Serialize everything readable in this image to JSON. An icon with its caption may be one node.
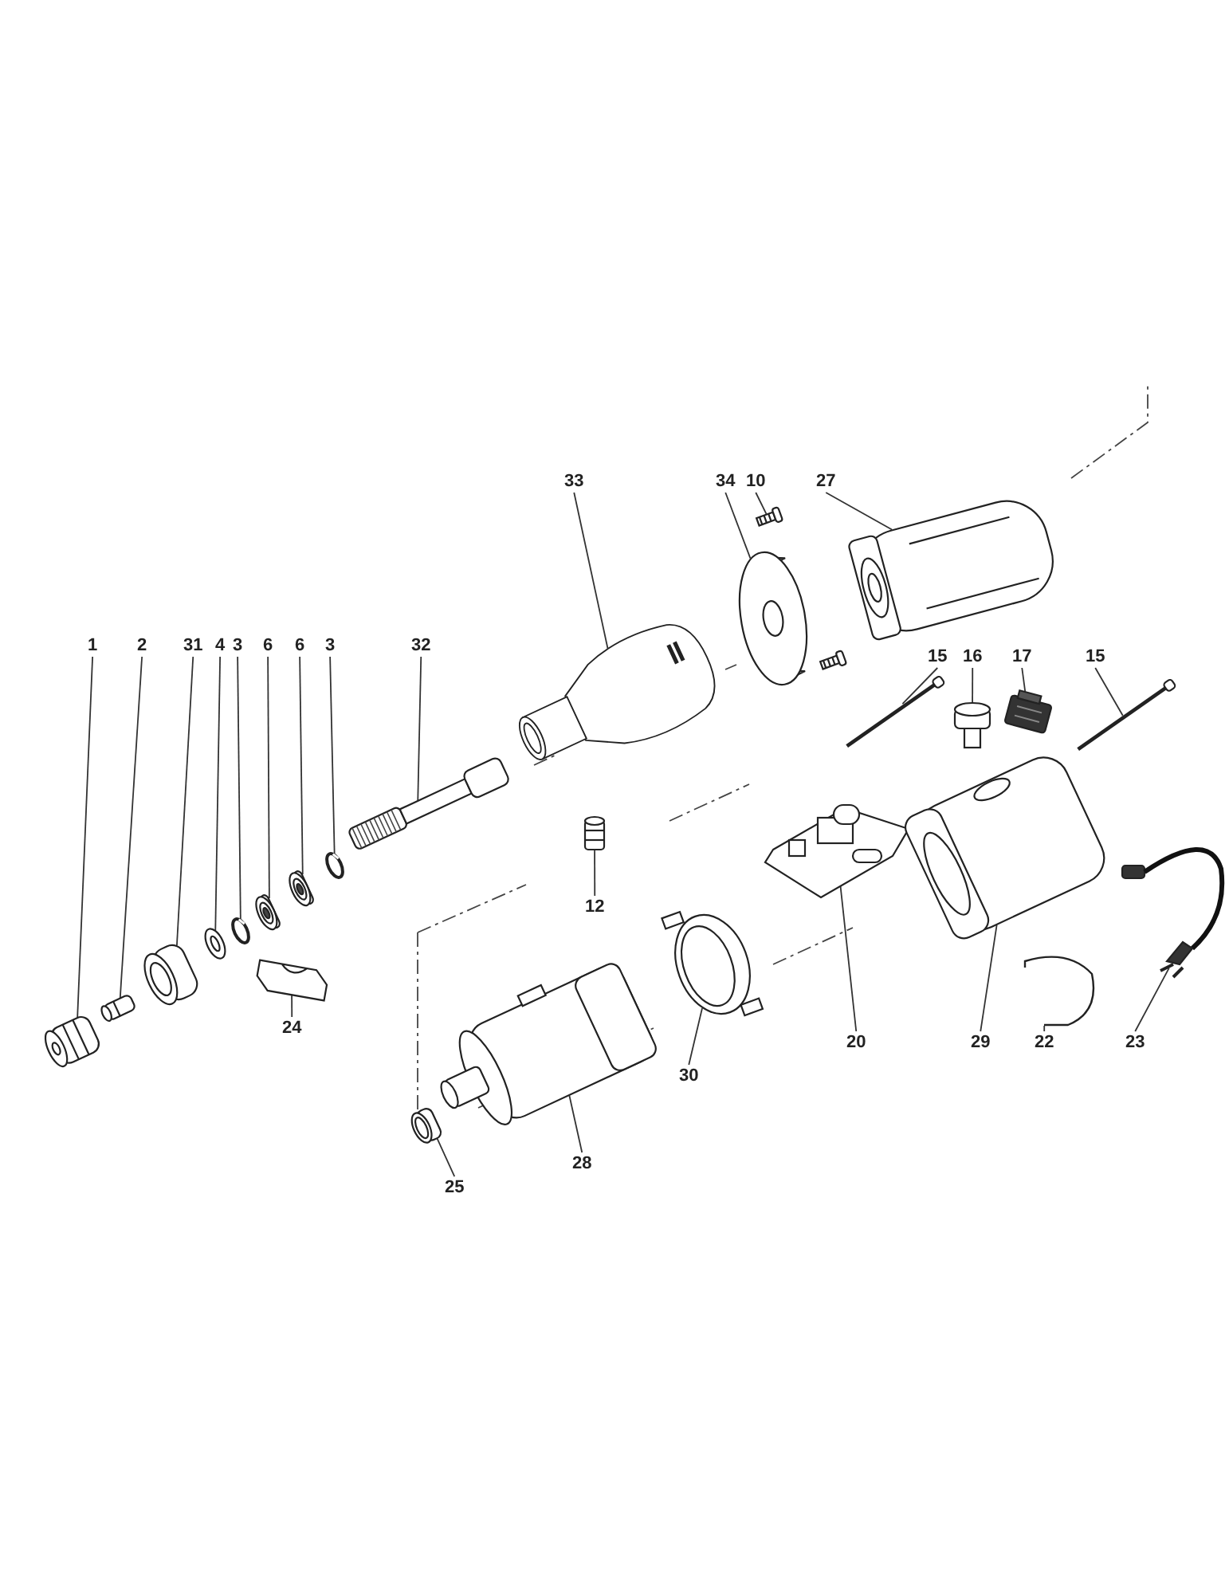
{
  "diagram": {
    "nodes": [
      {
        "text": [
          "33"
        ]
      },
      {
        "text": [
          "34"
        ]
      },
      {
        "text": [
          "10"
        ]
      },
      {
        "text": [
          "27"
        ]
      },
      {
        "text": [
          "1"
        ]
      },
      {
        "text": [
          "2"
        ]
      },
      {
        "text": [
          "31"
        ]
      },
      {
        "text": [
          "4"
        ]
      },
      {
        "text": [
          "3"
        ]
      },
      {
        "text": [
          "6"
        ]
      },
      {
        "text": [
          "6"
        ]
      },
      {
        "text": [
          "3"
        ]
      },
      {
        "text": [
          "32"
        ]
      },
      {
        "text": [
          "15"
        ]
      },
      {
        "text": [
          "16"
        ]
      },
      {
        "text": [
          "17"
        ]
      },
      {
        "text": [
          "15"
        ]
      },
      {
        "text": [
          "12"
        ]
      },
      {
        "text": [
          "24"
        ]
      },
      {
        "text": [
          "20"
        ]
      },
      {
        "text": [
          "29"
        ]
      },
      {
        "text": [
          "22"
        ]
      },
      {
        "text": [
          "23"
        ]
      },
      {
        "text": [
          "30"
        ]
      },
      {
        "text": [
          "28"
        ]
      },
      {
        "text": [
          "25"
        ]
      },
      {
        "text": [],
        "shape": "picture"
      },
      {
        "text": [],
        "shape": "picture"
      },
      {
        "text": [],
        "shape": "screw"
      },
      {
        "text": [],
        "shape": "picture"
      },
      {
        "text": [],
        "shape": "picture"
      },
      {
        "text": [],
        "shape": "picture"
      },
      {
        "text": [],
        "shape": "picture"
      },
      {
        "text": [],
        "shape": "picture"
      },
      {
        "text": [],
        "shape": "ring"
      },
      {
        "text": [],
        "shape": "picture"
      },
      {
        "text": [],
        "shape": "picture"
      },
      {
        "text": [],
        "shape": "ring"
      },
      {
        "text": [],
        "shape": "picture"
      },
      {
        "text": [],
        "shape": "screw"
      },
      {
        "text": [],
        "shape": "picture"
      },
      {
        "text": [],
        "shape": "box"
      },
      {
        "text": [],
        "shape": "screw"
      },
      {
        "text": [],
        "shape": "picture"
      },
      {
        "text": [],
        "shape": "picture"
      },
      {
        "text": [],
        "shape": "picture"
      },
      {
        "text": [],
        "shape": "picture"
      },
      {
        "text": [],
        "shape": "picture"
      },
      {
        "text": [],
        "shape": "picture"
      },
      {
        "text": [],
        "shape": "picture"
      },
      {
        "text": [],
        "shape": "picture"
      },
      {
        "text": [],
        "shape": "picture"
      }
    ],
    "edges": [
      {
        "from": 0,
        "to": 26,
        "arrow": "none"
      },
      {
        "from": 1,
        "to": 27,
        "arrow": "none"
      },
      {
        "from": 2,
        "to": 28,
        "arrow": "none"
      },
      {
        "from": 3,
        "to": 29,
        "arrow": "none"
      },
      {
        "from": 4,
        "to": 30,
        "arrow": "none"
      },
      {
        "from": 5,
        "to": 31,
        "arrow": "none"
      },
      {
        "from": 6,
        "to": 32,
        "arrow": "none"
      },
      {
        "from": 7,
        "to": 33,
        "arrow": "none"
      },
      {
        "from": 8,
        "to": 34,
        "arrow": "none"
      },
      {
        "from": 9,
        "to": 35,
        "arrow": "none"
      },
      {
        "from": 10,
        "to": 36,
        "arrow": "none"
      },
      {
        "from": 11,
        "to": 37,
        "arrow": "none"
      },
      {
        "from": 12,
        "to": 38,
        "arrow": "none"
      },
      {
        "from": 13,
        "to": 39,
        "arrow": "none"
      },
      {
        "from": 14,
        "to": 40,
        "arrow": "none"
      },
      {
        "from": 15,
        "to": 41,
        "arrow": "none"
      },
      {
        "from": 16,
        "to": 42,
        "arrow": "none"
      },
      {
        "from": 17,
        "to": 43,
        "arrow": "none"
      },
      {
        "from": 18,
        "to": 44,
        "arrow": "none"
      },
      {
        "from": 19,
        "to": 45,
        "arrow": "none"
      },
      {
        "from": 20,
        "to": 46,
        "arrow": "none"
      },
      {
        "from": 21,
        "to": 47,
        "arrow": "none"
      },
      {
        "from": 22,
        "to": 48,
        "arrow": "none"
      },
      {
        "from": 23,
        "to": 49,
        "arrow": "none"
      },
      {
        "from": 24,
        "to": 50,
        "arrow": "none"
      },
      {
        "from": 25,
        "to": 51,
        "arrow": "none"
      }
    ]
  }
}
